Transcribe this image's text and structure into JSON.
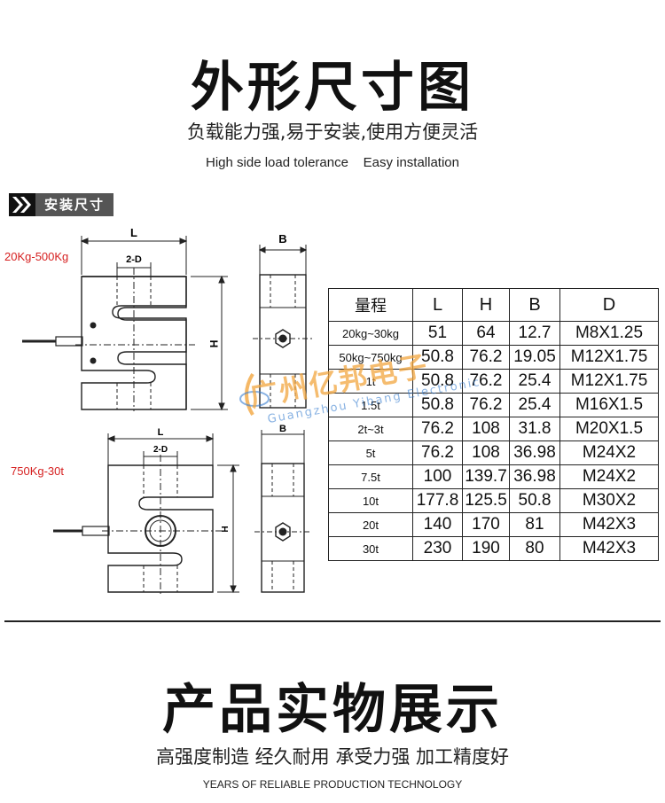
{
  "section1": {
    "title": "外形尺寸图",
    "subtitle": "负载能力强,易于安装,使用方便灵活",
    "subtitle_en": "High side load tolerance    Easy installation",
    "tag": "安装尺寸"
  },
  "drawings": {
    "range_small": "20Kg-500Kg",
    "range_large": "750Kg-30t",
    "dim_L": "L",
    "dim_2D": "2-D",
    "dim_H": "H",
    "dim_B": "B"
  },
  "spec_table": {
    "headers": [
      "量程",
      "L",
      "H",
      "B",
      "D"
    ],
    "rows": [
      [
        "20kg~30kg",
        "51",
        "64",
        "12.7",
        "M8X1.25"
      ],
      [
        "50kg~750kg",
        "50.8",
        "76.2",
        "19.05",
        "M12X1.75"
      ],
      [
        "1t",
        "50.8",
        "76.2",
        "25.4",
        "M12X1.75"
      ],
      [
        "1.5t",
        "50.8",
        "76.2",
        "25.4",
        "M16X1.5"
      ],
      [
        "2t~3t",
        "76.2",
        "108",
        "31.8",
        "M20X1.5"
      ],
      [
        "5t",
        "76.2",
        "108",
        "36.98",
        "M24X2"
      ],
      [
        "7.5t",
        "100",
        "139.7",
        "36.98",
        "M24X2"
      ],
      [
        "10t",
        "177.8",
        "125.5",
        "50.8",
        "M30X2"
      ],
      [
        "20t",
        "140",
        "170",
        "81",
        "M42X3"
      ],
      [
        "30t",
        "230",
        "190",
        "80",
        "M42X3"
      ]
    ]
  },
  "watermark": {
    "text": "广州亿邦电子",
    "sub": "Guangzhou Yibang Electronic"
  },
  "section2": {
    "title": "产品实物展示",
    "subtitle": "高强度制造 经久耐用 承受力强 加工精度好",
    "subtitle_en": "YEARS OF RELIABLE PRODUCTION TECHNOLOGY"
  }
}
